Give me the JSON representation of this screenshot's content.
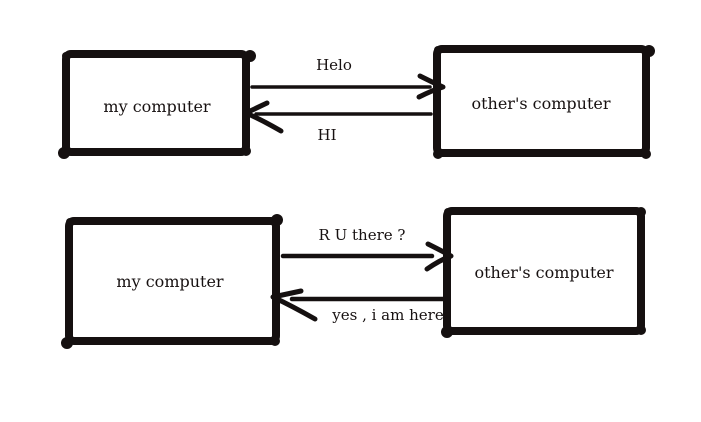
{
  "diagram": {
    "title_hint": "hand-drawn client-server message exchange sketch",
    "colors": {
      "ink": "#151010",
      "paper": "#ffffff",
      "text": "#171111"
    },
    "top_exchange": {
      "left_box_label": "my computer",
      "right_box_label": "other's computer",
      "message_to_right": "Helo",
      "message_to_left": "HI"
    },
    "bottom_exchange": {
      "left_box_label": "my computer",
      "right_box_label": "other's computer",
      "message_to_right": "R U there ?",
      "message_to_left": "yes , i am here"
    }
  }
}
